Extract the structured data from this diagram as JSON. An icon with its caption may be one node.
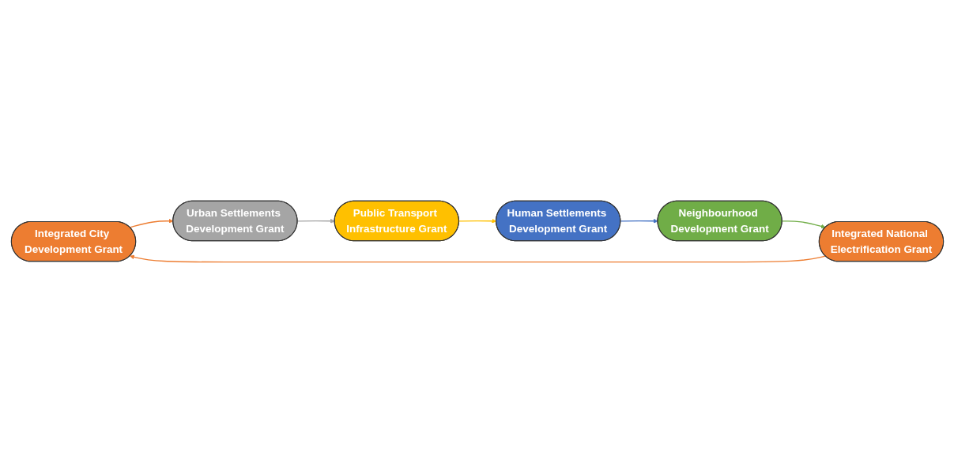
{
  "diagram": {
    "nodes": [
      {
        "text": [
          "Integrated City Development Grant"
        ]
      },
      {
        "text": [
          "Integrated National Electrification Grant"
        ]
      },
      {
        "text": [
          "Urban Settlements Development Grant"
        ]
      },
      {
        "text": [
          "Neighbourhood Development Grant"
        ]
      },
      {
        "text": [
          "Public Transport Infrastructure Grant"
        ]
      },
      {
        "text": [
          "Human Settlements Development Grant"
        ]
      }
    ],
    "edges": [
      {
        "from": 1,
        "to": 0,
        "arrow": "to",
        "color": "#ed7d31"
      },
      {
        "from": 0,
        "to": 2,
        "arrow": "to",
        "color": "#ed7d31"
      },
      {
        "from": 2,
        "to": 4,
        "arrow": "to",
        "color": "#a5a5a5"
      },
      {
        "from": 4,
        "to": 5,
        "arrow": "to",
        "color": "#ffc000"
      },
      {
        "from": 5,
        "to": 3,
        "arrow": "to",
        "color": "#4472c4"
      },
      {
        "from": 3,
        "to": 1,
        "arrow": "to",
        "color": "#70ad47"
      }
    ]
  }
}
